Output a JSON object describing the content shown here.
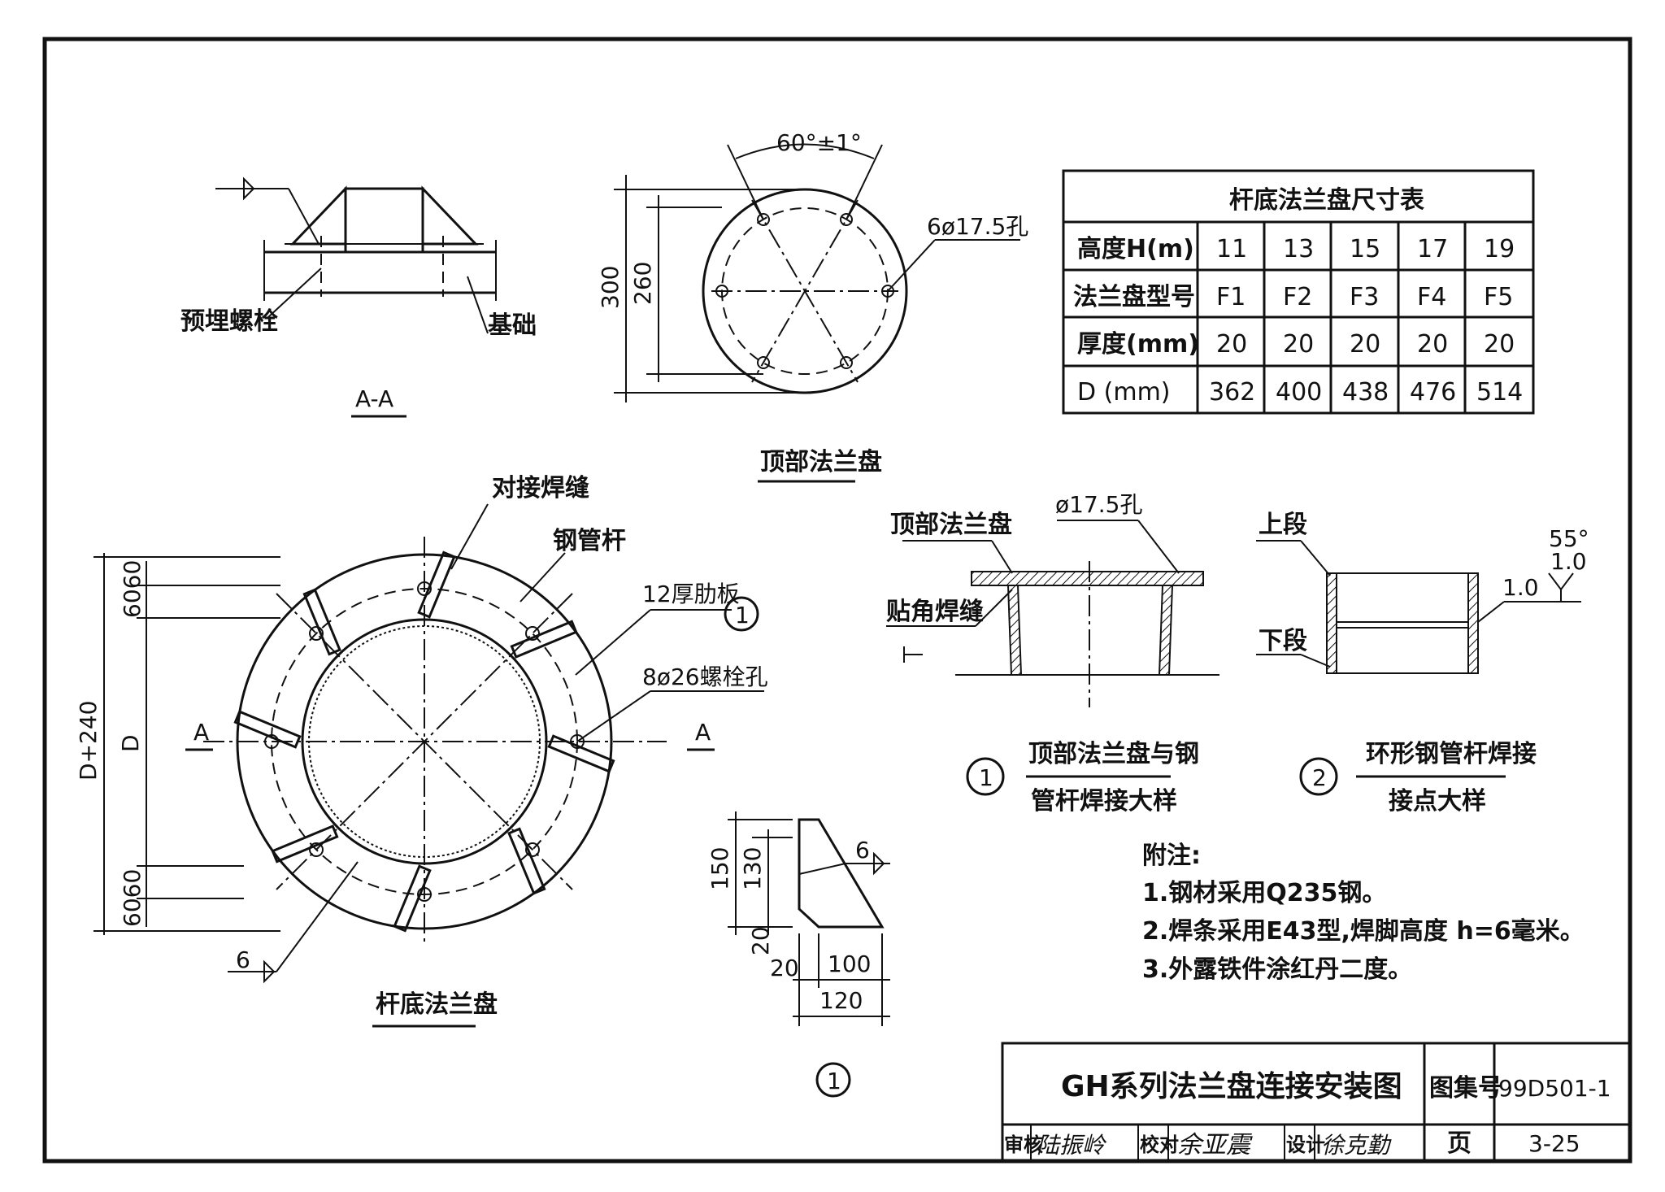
{
  "section_aa": {
    "bolt_label": "预埋螺栓",
    "base_label": "基础",
    "title": "A-A"
  },
  "top_flange": {
    "angle": "60°±1°",
    "holes": "6ø17.5孔",
    "dim_outer": "300",
    "dim_inner": "260",
    "title": "顶部法兰盘"
  },
  "size_table": {
    "title": "杆底法兰盘尺寸表",
    "rows": [
      {
        "label": "高度H(m)",
        "values": [
          "11",
          "13",
          "15",
          "17",
          "19"
        ]
      },
      {
        "label": "法兰盘型号",
        "values": [
          "F1",
          "F2",
          "F3",
          "F4",
          "F5"
        ]
      },
      {
        "label": "厚度(mm)",
        "values": [
          "20",
          "20",
          "20",
          "20",
          "20"
        ]
      },
      {
        "label": "D (mm)",
        "values": [
          "362",
          "400",
          "438",
          "476",
          "514"
        ]
      }
    ]
  },
  "bottom_flange": {
    "butt_weld": "对接焊缝",
    "steel_pipe": "钢管杆",
    "rib": "12厚肋板",
    "rib_ref": "1",
    "bolt_holes": "8ø26螺栓孔",
    "section_mark": "A",
    "dim_total": "D+240",
    "dim_d": "D",
    "dim_top": "6060",
    "dim_bottom": "6060",
    "weld": "6",
    "title": "杆底法兰盘"
  },
  "rib_detail": {
    "d150": "150",
    "d130": "130",
    "d20a": "20",
    "d20b": "20",
    "d100": "100",
    "d120": "120",
    "weld": "6",
    "ref": "1"
  },
  "detail1": {
    "flange": "顶部法兰盘",
    "hole": "ø17.5孔",
    "fillet": "贴角焊缝",
    "num": "1",
    "title_l1": "顶部法兰盘与钢",
    "title_l2": "管杆焊接大样"
  },
  "detail2": {
    "upper": "上段",
    "lower": "下段",
    "angle": "55°",
    "gap_a": "1.0",
    "gap_b": "1.0",
    "num": "2",
    "title_l1": "环形钢管杆焊接",
    "title_l2": "接点大样"
  },
  "notes": {
    "head": "附注:",
    "items": [
      "1.钢材采用Q235钢。",
      "2.焊条采用E43型,焊脚高度 h=6毫米。",
      "3.外露铁件涂红丹二度。"
    ]
  },
  "title_block": {
    "title": "GH系列法兰盘连接安装图",
    "atlas_label": "图集号",
    "atlas_no": "99D501-1",
    "review": "审核",
    "reviewer_sig": "陆振岭",
    "check": "校对",
    "checker_sig": "余亚震",
    "design": "设计",
    "designer_sig": "徐克勤",
    "page_label": "页",
    "page_no": "3-25"
  }
}
